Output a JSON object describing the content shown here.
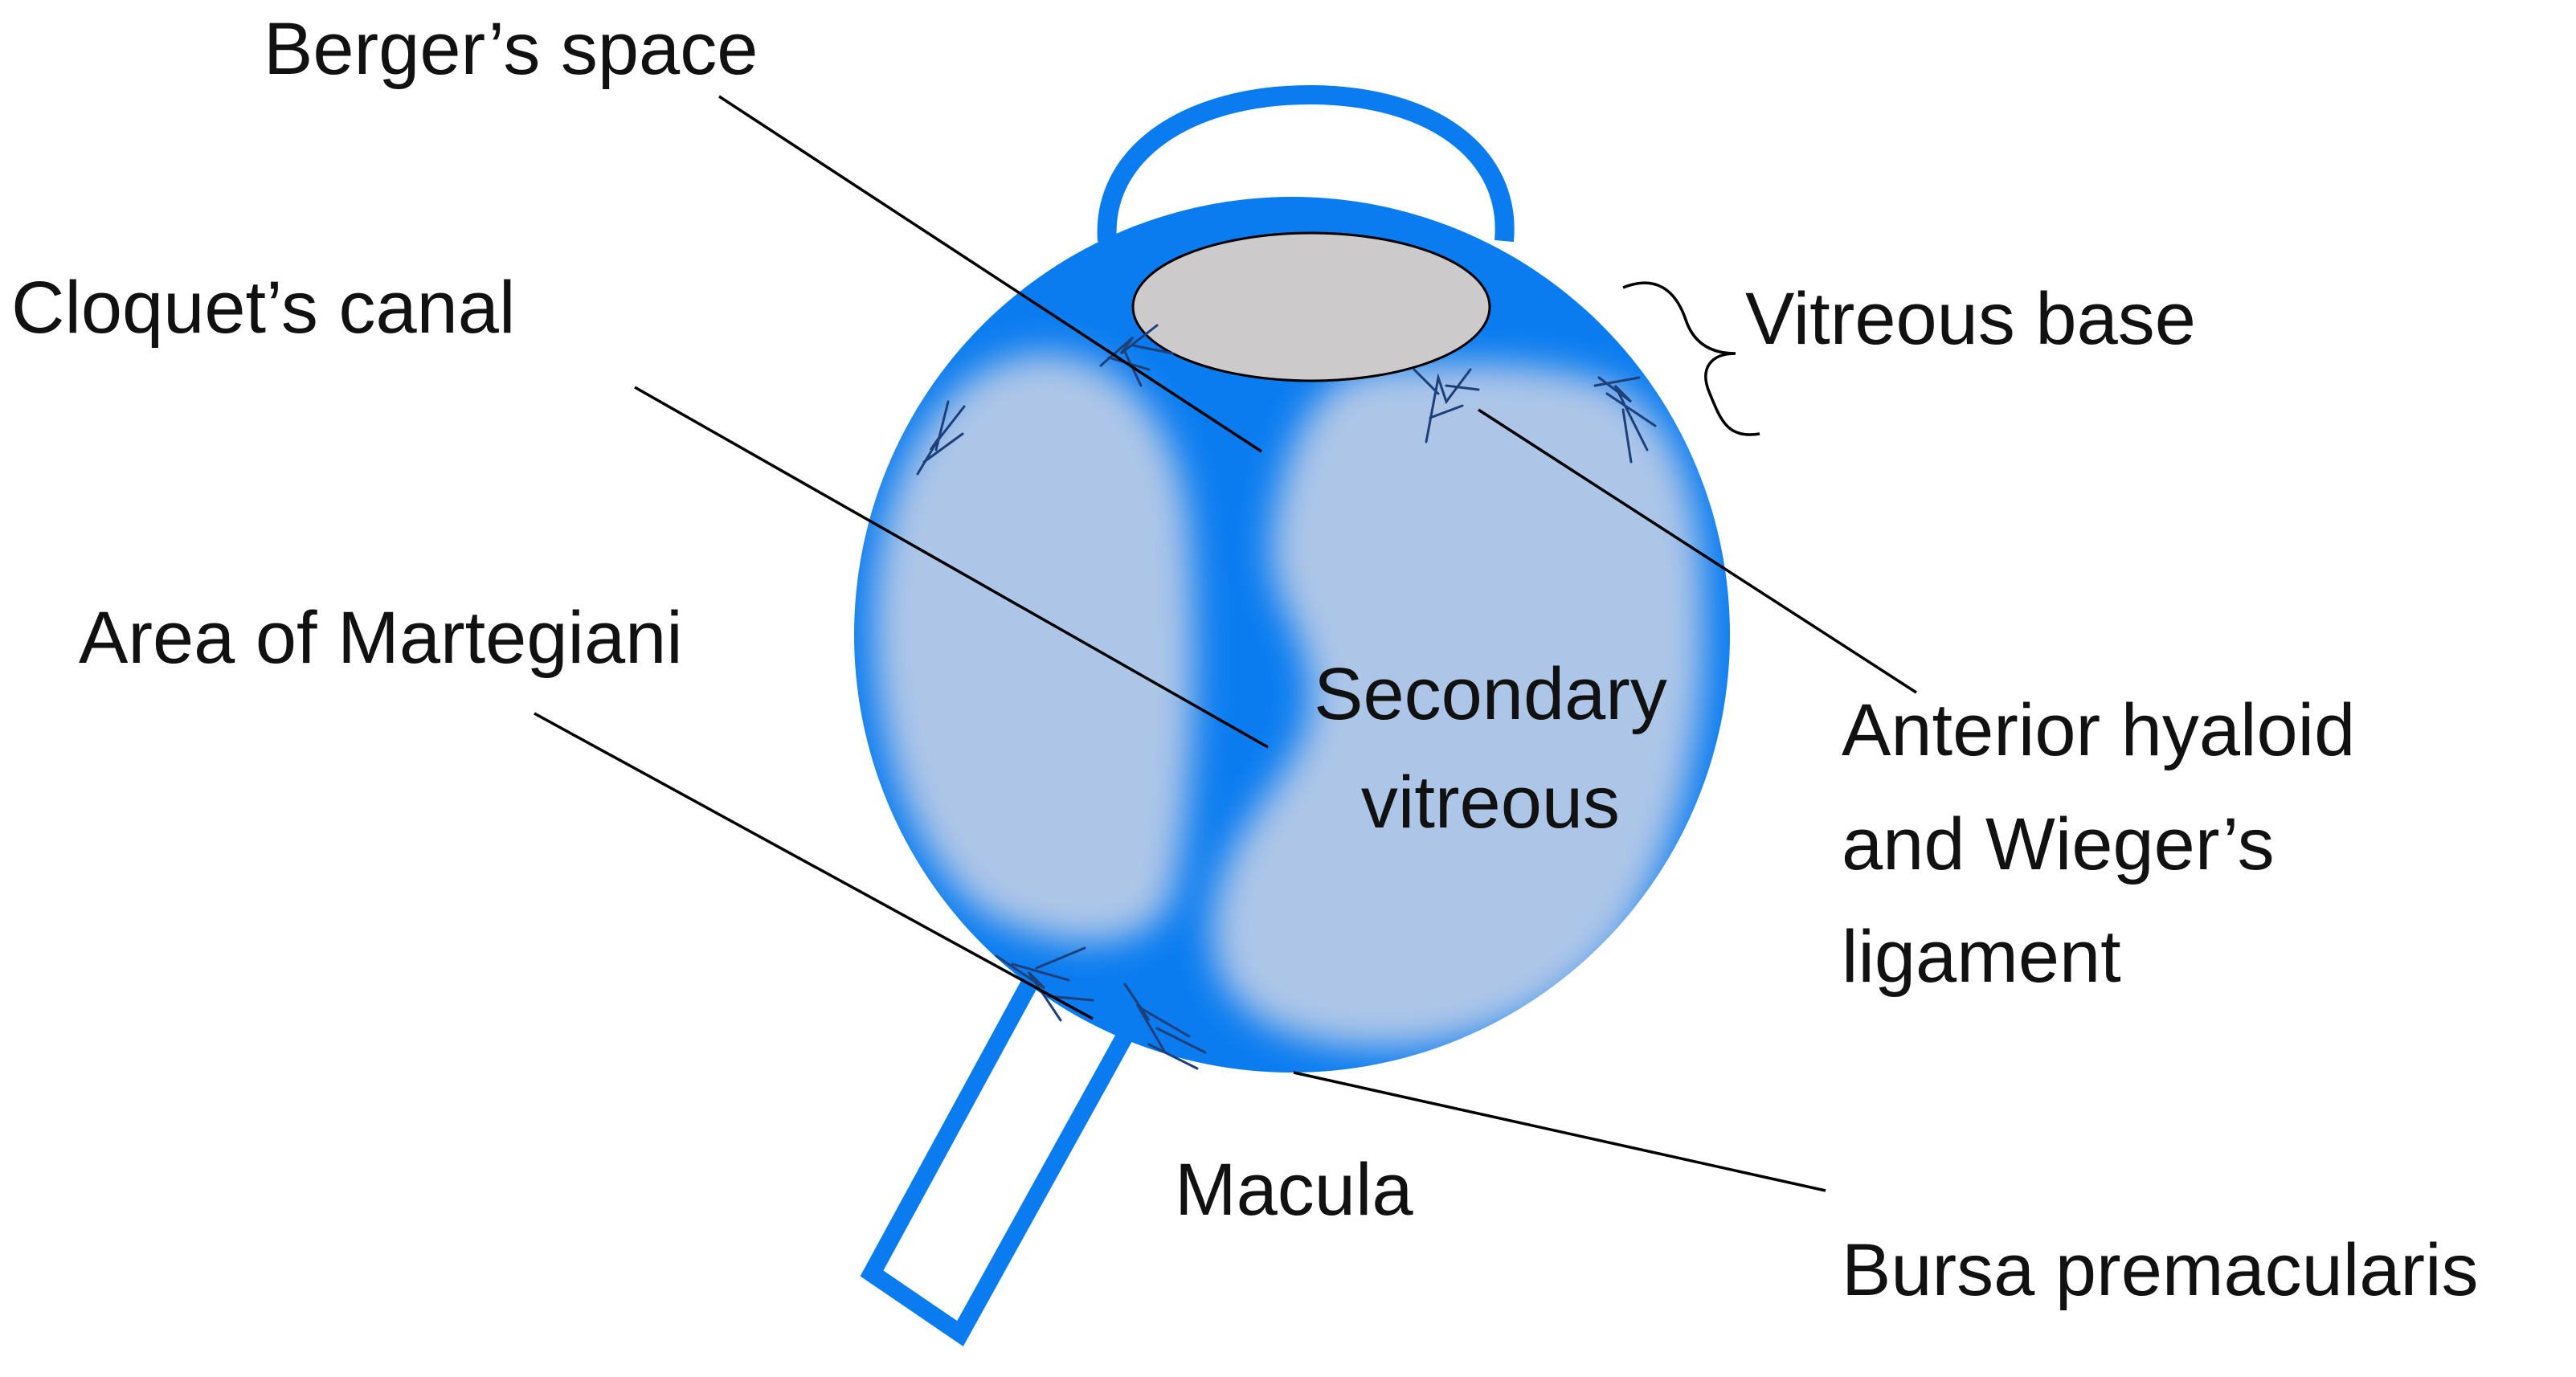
{
  "labels": {
    "bergers_space": "Berger’s space",
    "cloquets_canal": "Cloquet’s canal",
    "area_of_martegiani": "Area of Martegiani",
    "vitreous_base": "Vitreous base",
    "secondary_vitreous_line1": "Secondary",
    "secondary_vitreous_line2": "vitreous",
    "anterior_hyaloid_line1": "Anterior hyaloid",
    "anterior_hyaloid_line2": "and Wieger’s",
    "anterior_hyaloid_line3": "ligament",
    "macula": "Macula",
    "bursa_premacularis": "Bursa premacularis"
  },
  "colors": {
    "eye_blue": "#0a7cf0",
    "vitreous_light": "#adc6e8",
    "lens_gray": "#cdcacb",
    "fibril_dark": "#1d3f7a",
    "label_text": "#111111",
    "leader_line": "#000000"
  }
}
